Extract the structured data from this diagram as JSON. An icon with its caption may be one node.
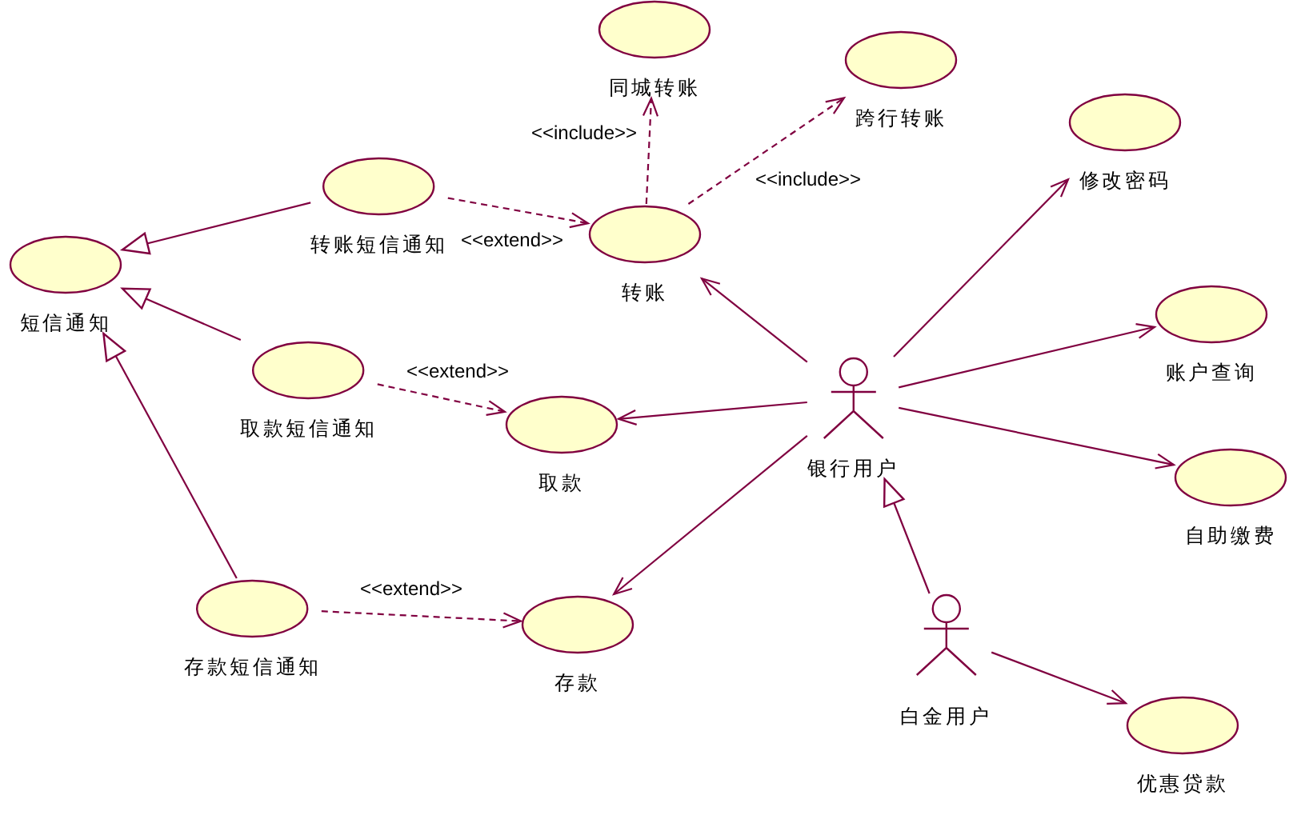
{
  "diagram": {
    "nodes": [
      {
        "text": [
          "同城转账"
        ]
      },
      {
        "text": [
          "跨行转账"
        ]
      },
      {
        "text": [
          "修改密码"
        ]
      },
      {
        "text": [
          "转账短信通知"
        ]
      },
      {
        "text": [
          "转账"
        ]
      },
      {
        "text": [
          "短信通知"
        ]
      },
      {
        "text": [
          "账户查询"
        ]
      },
      {
        "text": [
          "取款短信通知"
        ]
      },
      {
        "text": [
          "取款"
        ]
      },
      {
        "text": [
          "银行用户"
        ]
      },
      {
        "text": [
          "自助缴费"
        ]
      },
      {
        "text": [
          "存款短信通知"
        ]
      },
      {
        "text": [
          "存款"
        ]
      },
      {
        "text": [
          "白金用户"
        ]
      },
      {
        "text": [
          "优惠贷款"
        ]
      }
    ],
    "edges": [
      {
        "from": 4,
        "to": 0,
        "arrow": "to",
        "label": "<<include>>",
        "style": "dashed"
      },
      {
        "from": 4,
        "to": 1,
        "arrow": "to",
        "label": "<<include>>",
        "style": "dashed"
      },
      {
        "from": 9,
        "to": 2,
        "arrow": "to"
      },
      {
        "from": 3,
        "to": 5,
        "arrow": "to"
      },
      {
        "from": 3,
        "to": 4,
        "arrow": "to",
        "label": "<<extend>>",
        "style": "dashed"
      },
      {
        "from": 9,
        "to": 4,
        "arrow": "to"
      },
      {
        "from": 9,
        "to": 6,
        "arrow": "to"
      },
      {
        "from": 7,
        "to": 5,
        "arrow": "to"
      },
      {
        "from": 7,
        "to": 8,
        "arrow": "to",
        "label": "<<extend>>",
        "style": "dashed"
      },
      {
        "from": 9,
        "to": 8,
        "arrow": "to"
      },
      {
        "from": 9,
        "to": 10,
        "arrow": "to"
      },
      {
        "from": 11,
        "to": 5,
        "arrow": "to"
      },
      {
        "from": 9,
        "to": 12,
        "arrow": "to"
      },
      {
        "from": 11,
        "to": 12,
        "arrow": "to",
        "label": "<<extend>>",
        "style": "dashed"
      },
      {
        "from": 13,
        "to": 9,
        "arrow": "to"
      },
      {
        "from": 13,
        "to": 14,
        "arrow": "to"
      }
    ]
  }
}
